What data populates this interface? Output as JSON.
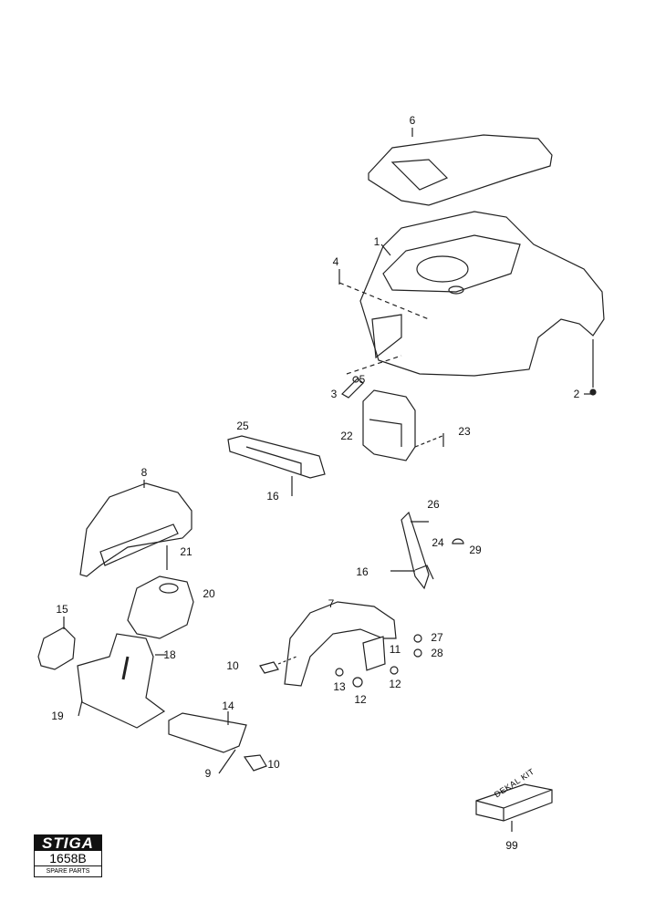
{
  "diagram": {
    "labels": [
      "6",
      "1",
      "4",
      "5",
      "3",
      "2",
      "25",
      "22",
      "23",
      "16",
      "8",
      "21",
      "26",
      "24",
      "29",
      "16",
      "20",
      "15",
      "7",
      "18",
      "27",
      "28",
      "11",
      "10",
      "13",
      "12",
      "12",
      "19",
      "14",
      "9",
      "10",
      "99"
    ],
    "kit_label": "DEKAL KIT"
  },
  "logo": {
    "brand": "STIGA",
    "code": "1658B",
    "subtitle": "SPARE PARTS"
  }
}
